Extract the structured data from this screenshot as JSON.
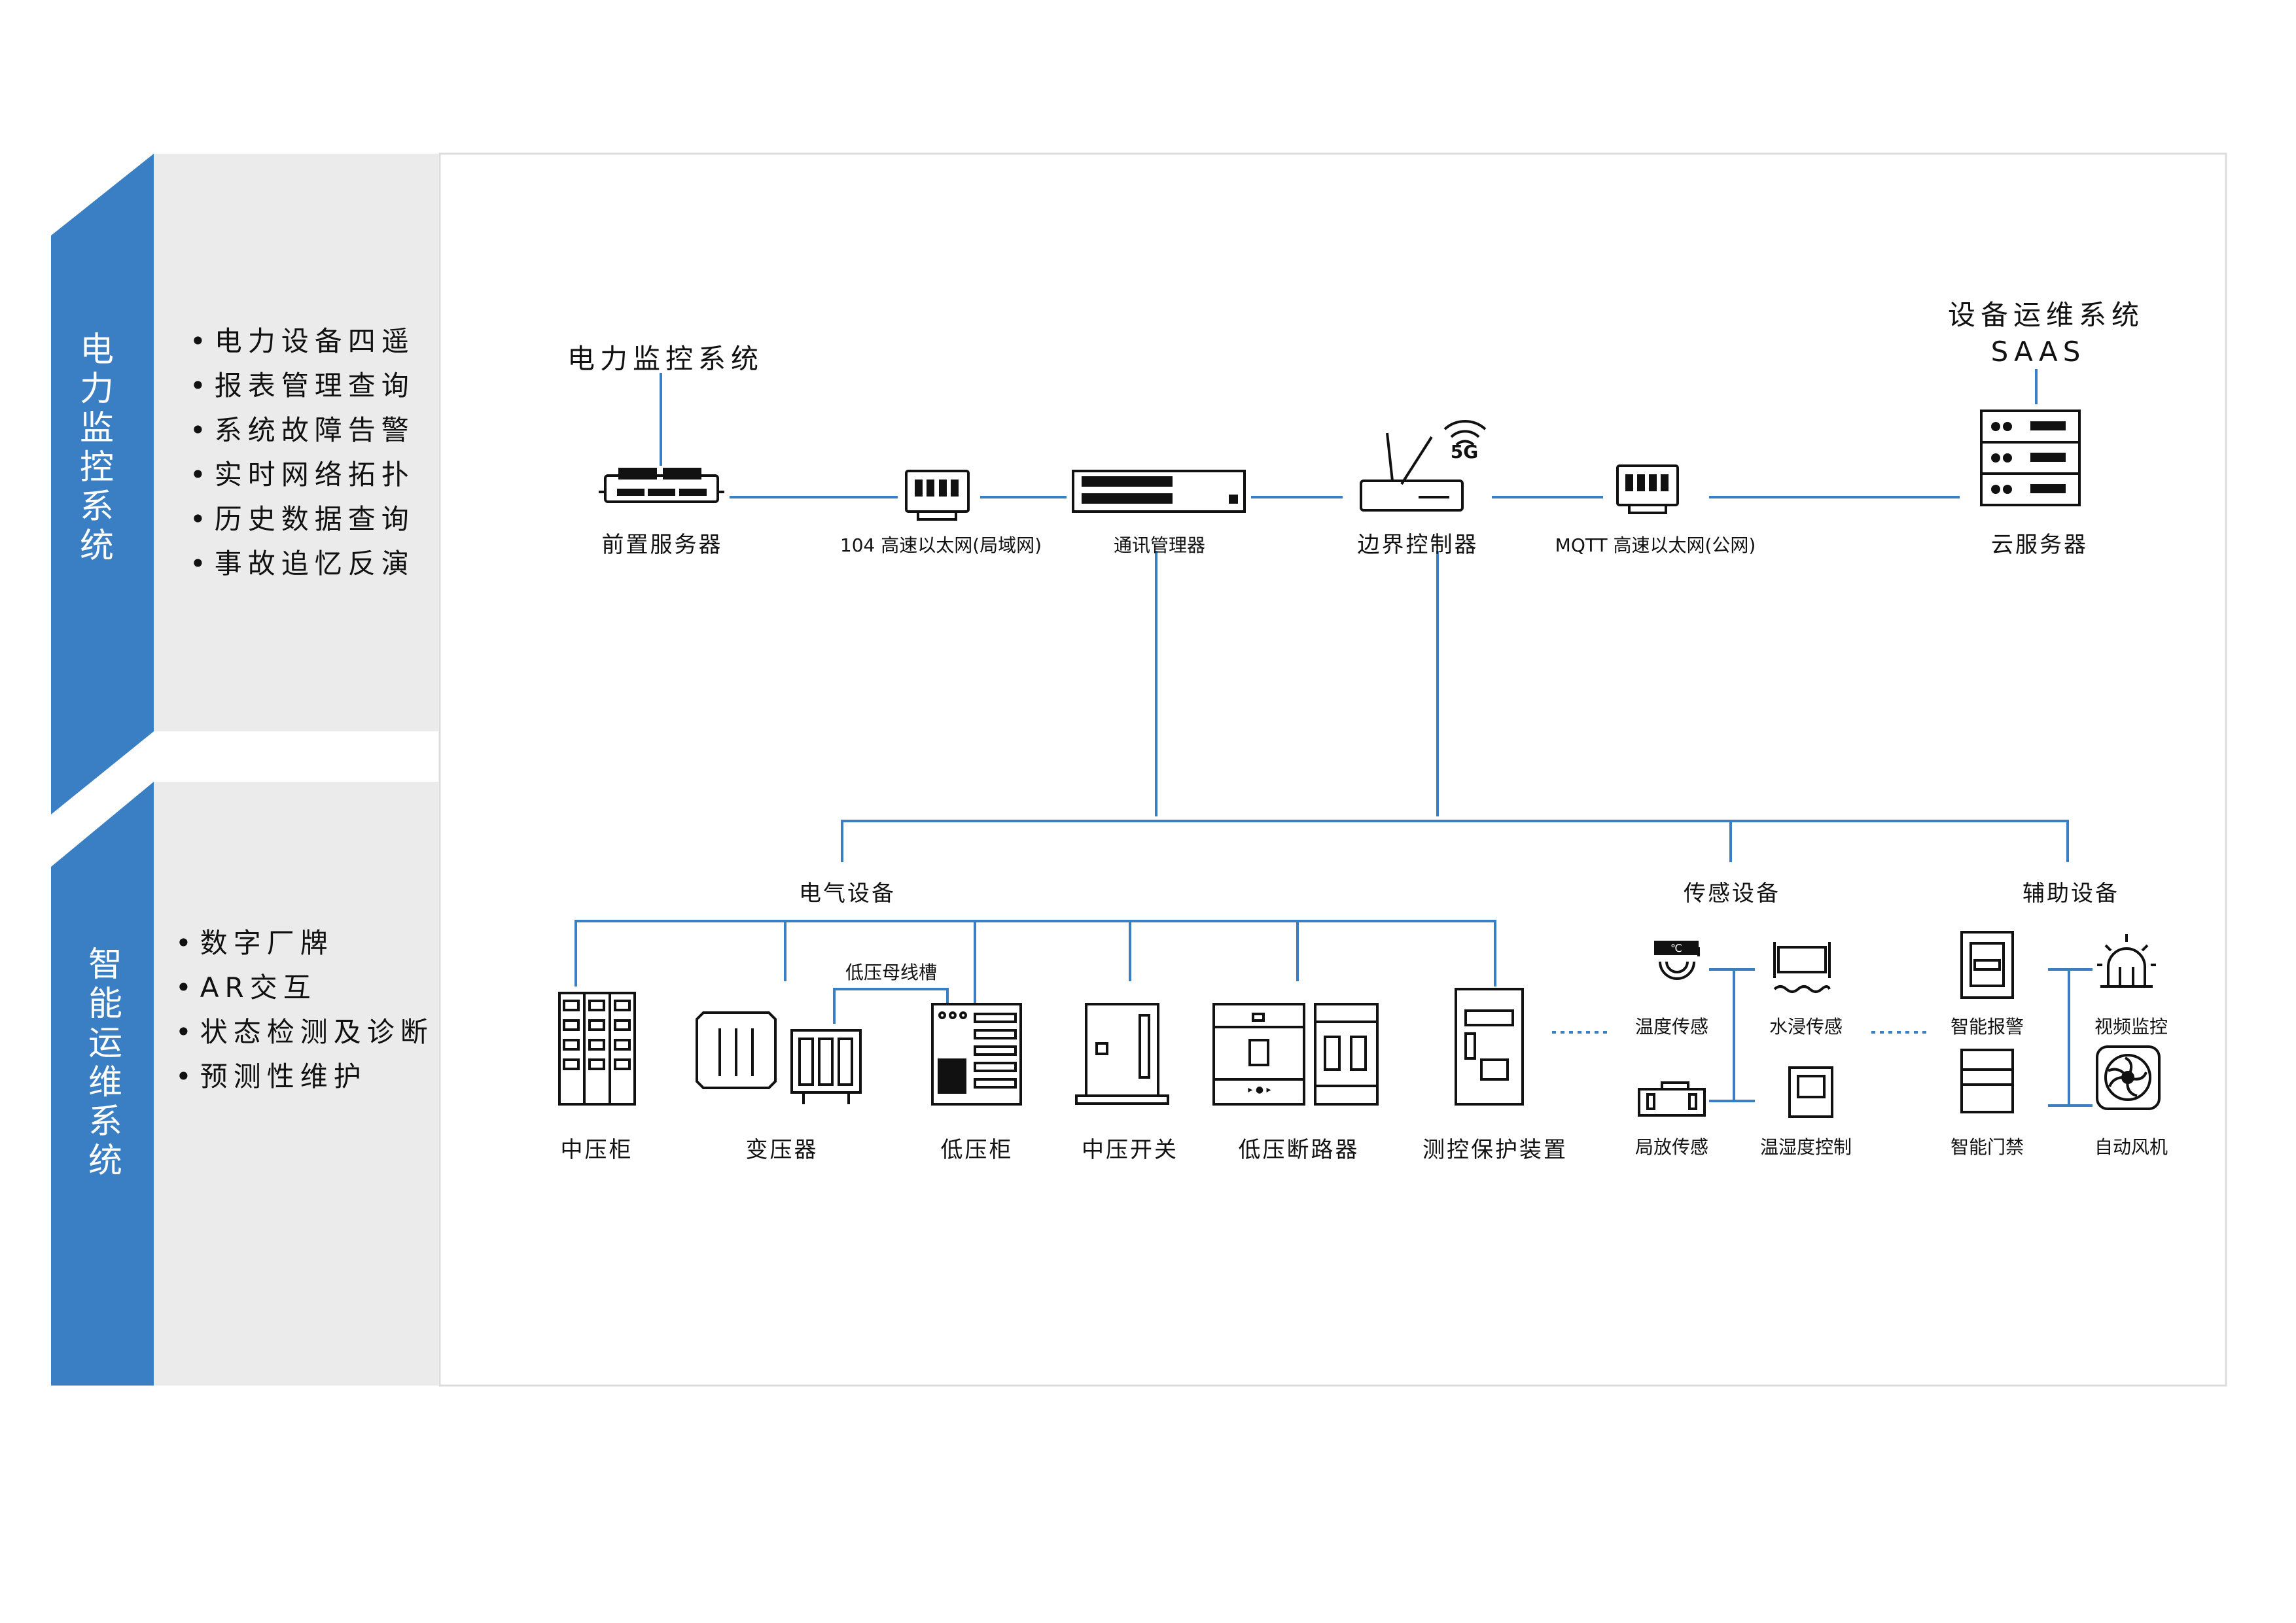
{
  "sidebar": {
    "sections": [
      {
        "title": "电力监控系统",
        "items": [
          "电力设备四遥",
          "报表管理查询",
          "系统故障告警",
          "实时网络拓扑",
          "历史数据查询",
          "事故追忆反演"
        ]
      },
      {
        "title": "智能运维系统",
        "items": [
          "数字厂牌",
          "AR交互",
          "状态检测及诊断",
          "预测性维护"
        ]
      }
    ]
  },
  "top": {
    "power_monitoring_system": "电力监控系统",
    "ops_system": "设备运维系统",
    "saas": "SAAS",
    "front_server": "前置服务器",
    "link_104": "104 高速以太网(局域网)",
    "comm_manager": "通讯管理器",
    "edge_controller": "边界控制器",
    "badge_5g": "5G",
    "link_mqtt": "MQTT 高速以太网(公网)",
    "cloud_server": "云服务器"
  },
  "groups": {
    "electrical": "电气设备",
    "sensing": "传感设备",
    "auxiliary": "辅助设备",
    "busway": "低压母线槽"
  },
  "devices": {
    "mv_cabinet": "中压柜",
    "transformer": "变压器",
    "lv_cabinet": "低压柜",
    "mv_switch": "中压开关",
    "lv_breaker": "低压断路器",
    "protection": "测控保护装置",
    "temp_sensor": "温度传感",
    "water_sensor": "水浸传感",
    "pd_sensor": "局放传感",
    "th_control": "温湿度控制",
    "smart_alarm": "智能报警",
    "video": "视频监控",
    "access": "智能门禁",
    "fan": "自动风机"
  },
  "temp_badge": "℃",
  "colors": {
    "accent": "#3a7ec3",
    "panel_grey": "#ebebeb",
    "line_blue": "#3a7ec3"
  }
}
